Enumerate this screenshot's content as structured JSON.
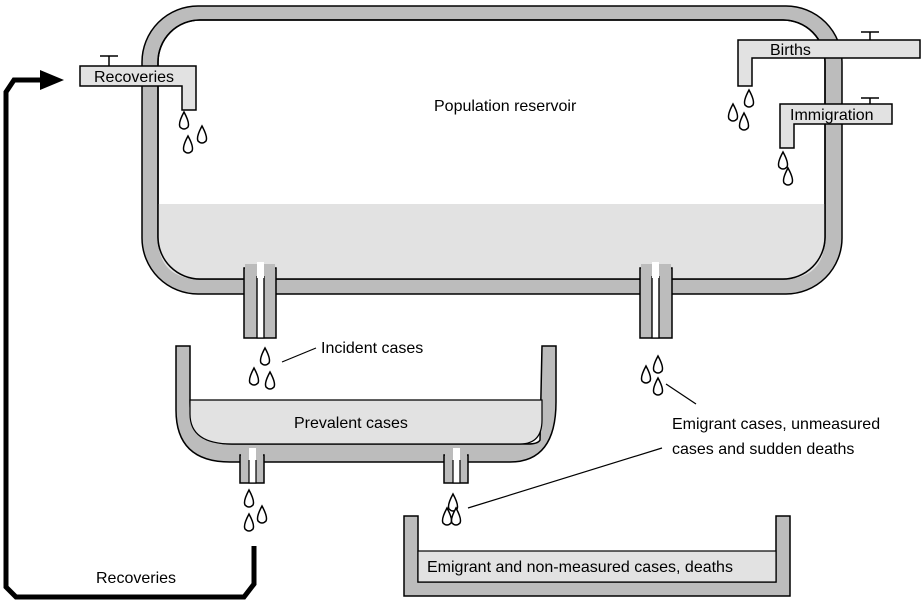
{
  "colors": {
    "container_fill": "#bcbcbc",
    "container_stroke": "#000000",
    "liquid": "#e2e2e2",
    "interior": "#ffffff",
    "pipe_fill": "#e2e2e2",
    "arrow": "#000000"
  },
  "labels": {
    "population_reservoir": "Population reservoir",
    "prevalent_cases": "Prevalent cases",
    "incident_cases": "Incident cases",
    "emigrant_cases_line1": "Emigrant cases, unmeasured",
    "emigrant_cases_line2": "cases and sudden deaths",
    "emigrant_basin": "Emigrant and non-measured cases, deaths",
    "recoveries_flow": "Recoveries"
  },
  "taps": {
    "recoveries": "Recoveries",
    "births": "Births",
    "immigration": "Immigration"
  },
  "icons": {
    "drops": "water-drop-icon",
    "valve": "tap-valve-icon",
    "arrow": "feedback-arrow-icon"
  }
}
